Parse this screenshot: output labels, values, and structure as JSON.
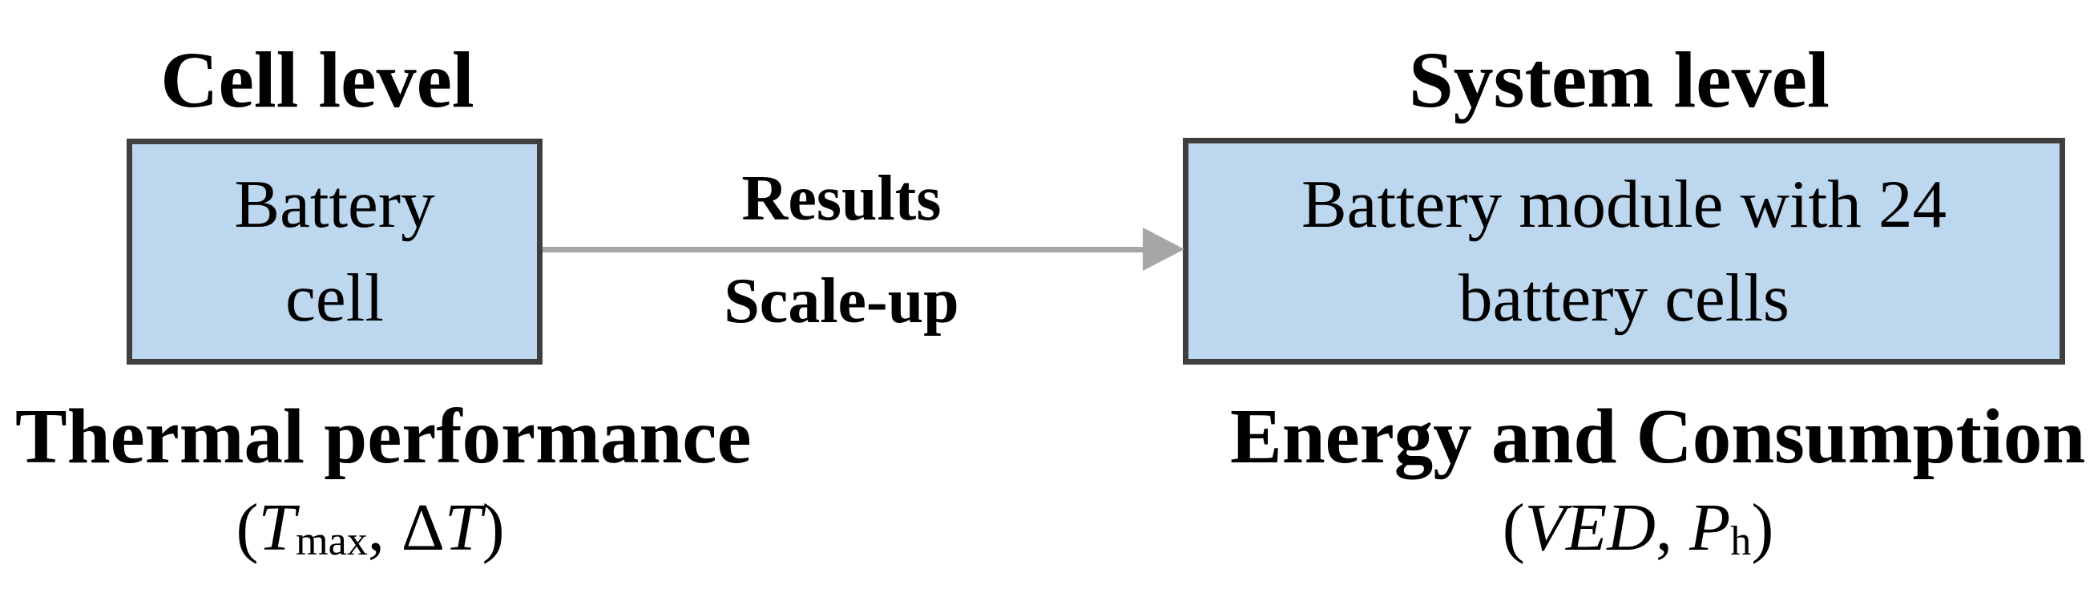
{
  "headings": {
    "cell": "Cell level",
    "system": "System level"
  },
  "boxes": {
    "cell": {
      "lines": [
        "Battery",
        "cell"
      ]
    },
    "module": {
      "lines": [
        "Battery module with 24",
        "battery cells"
      ]
    }
  },
  "arrow": {
    "label_top": "Results",
    "label_bottom": "Scale-up",
    "direction": "right"
  },
  "metrics": {
    "cell": {
      "title": "Thermal performance",
      "eq": {
        "open": "(",
        "var1": "T",
        "sub1": "max",
        "sep": ", ",
        "delta": "Δ",
        "var2": "T",
        "close": ")"
      }
    },
    "system": {
      "title": "Energy and Consumption",
      "eq": {
        "open": "(",
        "var1": "VED",
        "sep": ", ",
        "var2": "P",
        "sub2": "h",
        "close": ")"
      }
    }
  },
  "colors": {
    "box_fill": "#bdd7ee",
    "box_border": "#3f3f3f",
    "arrow": "#a6a6a6",
    "text": "#000000"
  }
}
